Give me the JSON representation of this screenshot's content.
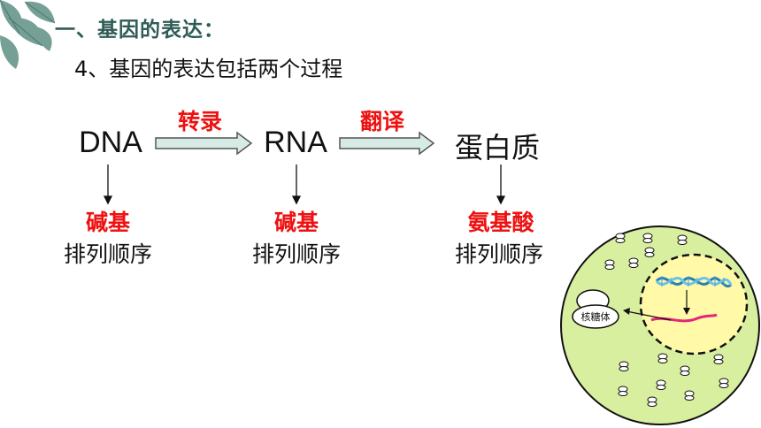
{
  "heading": "一、基因的表达：",
  "subtitle": "4、基因的表达包括两个过程",
  "flow": {
    "dna": "DNA",
    "rna": "RNA",
    "protein": "蛋白质",
    "step1": "转录",
    "step2": "翻译"
  },
  "labels": {
    "dna_red": "碱基",
    "dna_black": "排列顺序",
    "rna_red": "碱基",
    "rna_black": "排列顺序",
    "protein_red": "氨基酸",
    "protein_black": "排列顺序"
  },
  "cell": {
    "ribosome_label": "核糖体"
  },
  "colors": {
    "heading": "#2f5c55",
    "accent_red": "#ee1111",
    "cell_fill": "#d9efa0",
    "nucleus_fill": "#fff9a8"
  }
}
